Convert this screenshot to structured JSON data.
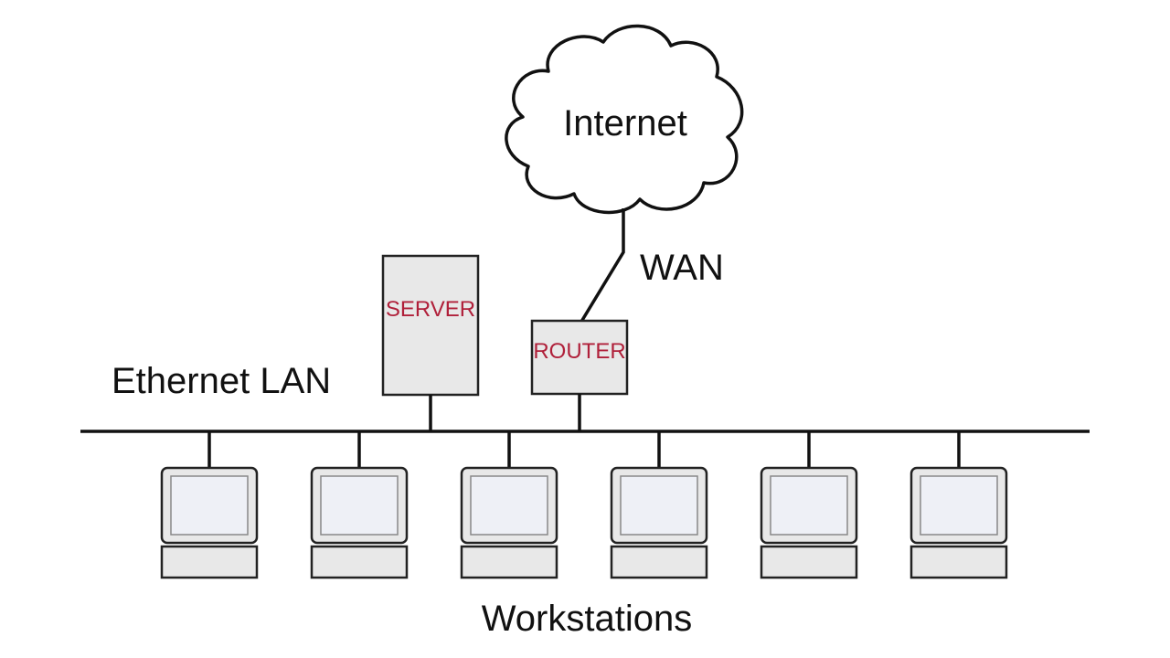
{
  "labels": {
    "internet": "Internet",
    "wan": "WAN",
    "lan": "Ethernet LAN",
    "workstations": "Workstations"
  },
  "devices": {
    "server": "SERVER",
    "router": "ROUTER"
  },
  "workstation_count": 6,
  "colors": {
    "line": "#111111",
    "device_fill": "#e8e8e8",
    "device_text": "#b0203a",
    "screen_fill": "#eef0f6",
    "background": "#ffffff"
  }
}
